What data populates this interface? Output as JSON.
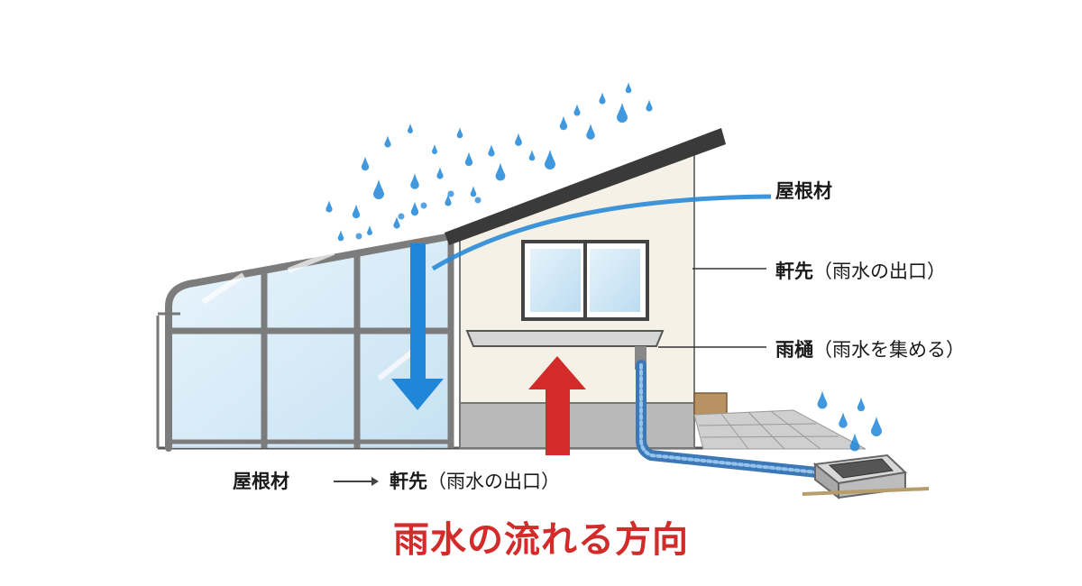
{
  "labels": {
    "roof_material": "屋根材",
    "eaves": "軒先",
    "eaves_note": "（雨水の出口）",
    "gutter": "雨樋",
    "gutter_note": "（雨水を集める）"
  },
  "flow": {
    "from": "屋根材",
    "to": "軒先",
    "to_note": "（雨水の出口）"
  },
  "title": "雨水の流れる方向",
  "colors": {
    "rain_blue": "#1f86d8",
    "up_arrow_red": "#d32a2a",
    "title_red": "#d32a2a",
    "roof_dark": "#3a3a3a",
    "wall_cream": "#f6f1e6",
    "glass": "#cfe7f6",
    "frame_gray": "#8a8a8a"
  },
  "icons": [
    "raindrop-icon",
    "down-arrow-icon",
    "up-arrow-icon",
    "right-arrow-icon"
  ]
}
